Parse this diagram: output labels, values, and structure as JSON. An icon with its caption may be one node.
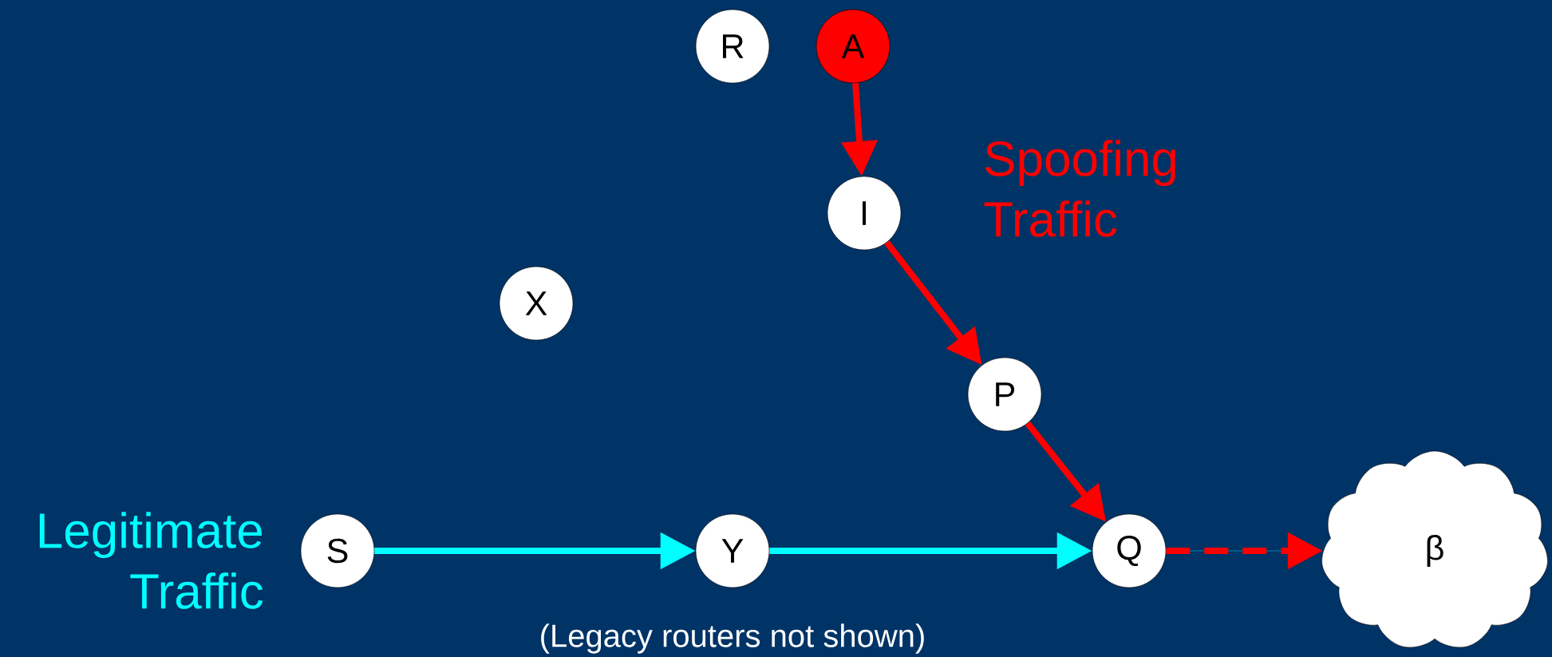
{
  "diagram": {
    "nodes": [
      {
        "text": [
          "R"
        ]
      },
      {
        "text": [
          "A"
        ]
      },
      {
        "text": [
          "I"
        ]
      },
      {
        "text": [
          "X"
        ]
      },
      {
        "text": [
          "P"
        ]
      },
      {
        "text": [
          "S"
        ]
      },
      {
        "text": [
          "Y"
        ]
      },
      {
        "text": [
          "Q"
        ]
      },
      {
        "text": [
          "β"
        ]
      }
    ],
    "edges": [
      {
        "from": 1,
        "to": 2,
        "arrow": "to"
      },
      {
        "from": 2,
        "to": 4,
        "arrow": "to"
      },
      {
        "from": 4,
        "to": 7,
        "arrow": "to"
      },
      {
        "from": 5,
        "to": 6,
        "arrow": "to",
        "color": "#00ffff"
      },
      {
        "from": 6,
        "to": 7,
        "arrow": "to",
        "color": "#00ffff"
      },
      {
        "from": 7,
        "to": 8,
        "arrow": "to",
        "style": "dashed"
      }
    ],
    "labels": [
      "Spoofing Traffic",
      "Legitimate Traffic",
      "(Legacy routers not shown)"
    ]
  }
}
